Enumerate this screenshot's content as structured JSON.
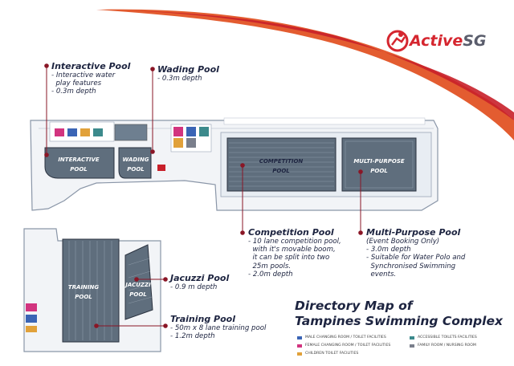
{
  "brand": {
    "name": "ActiveSG",
    "name_part1": "Active",
    "name_part2": "SG"
  },
  "colors": {
    "accent_red": "#d5262f",
    "navy": "#1d2440",
    "pool_grey": "#5f6e7d",
    "swoosh": "#e04a1a"
  },
  "legend": {
    "title_line1": "Directory Map of",
    "title_line2": "Tampines Swimming Complex",
    "items": [
      {
        "label": "MALE CHANGING ROOM / TOILET FACILITIES",
        "color": "#3a64b5"
      },
      {
        "label": "FEMALE CHANGING ROOM / TOILET FACILITIES",
        "color": "#d2347f"
      },
      {
        "label": "CHILDREN TOILET FACILITIES",
        "color": "#e1a13a"
      },
      {
        "label": "ACCESSIBLE TOILETS FACILITIES",
        "color": "#3c8a8c"
      },
      {
        "label": "FAMILY ROOM / NURSING ROOM",
        "color": "#7a7f8c"
      }
    ]
  },
  "pools": {
    "interactive": {
      "label_line1": "INTERACTIVE",
      "label_line2": "POOL"
    },
    "wading": {
      "label_line1": "WADING",
      "label_line2": "POOL"
    },
    "competition": {
      "label_line1": "COMPETITION",
      "label_line2": "POOL"
    },
    "multi": {
      "label_line1": "MULTI-PURPOSE",
      "label_line2": "POOL"
    },
    "training": {
      "label_line1": "TRAINING",
      "label_line2": "POOL"
    },
    "jacuzzi": {
      "label_line1": "JACUZZI",
      "label_line2": "POOL"
    }
  },
  "callouts": {
    "interactive": {
      "title": "Interactive Pool",
      "lines": [
        "- Interactive water",
        "  play features",
        "- 0.3m depth"
      ]
    },
    "wading": {
      "title": "Wading Pool",
      "lines": [
        "- 0.3m depth"
      ]
    },
    "competition": {
      "title": "Competition Pool",
      "lines": [
        "- 10 lane competition pool,",
        "  with it's movable boom,",
        "  it can be split into two",
        "  25m pools.",
        "- 2.0m depth"
      ]
    },
    "multi": {
      "title": "Multi-Purpose Pool",
      "lines": [
        "(Event Booking Only)",
        "- 3.0m depth",
        "- Suitable for Water Polo and",
        "  Synchronised Swimming",
        "  events."
      ]
    },
    "jacuzzi": {
      "title": "Jacuzzi Pool",
      "lines": [
        "- 0.9 m depth"
      ]
    },
    "training": {
      "title": "Training Pool",
      "lines": [
        "- 50m x 8 lane training pool",
        "- 1.2m depth"
      ]
    }
  }
}
